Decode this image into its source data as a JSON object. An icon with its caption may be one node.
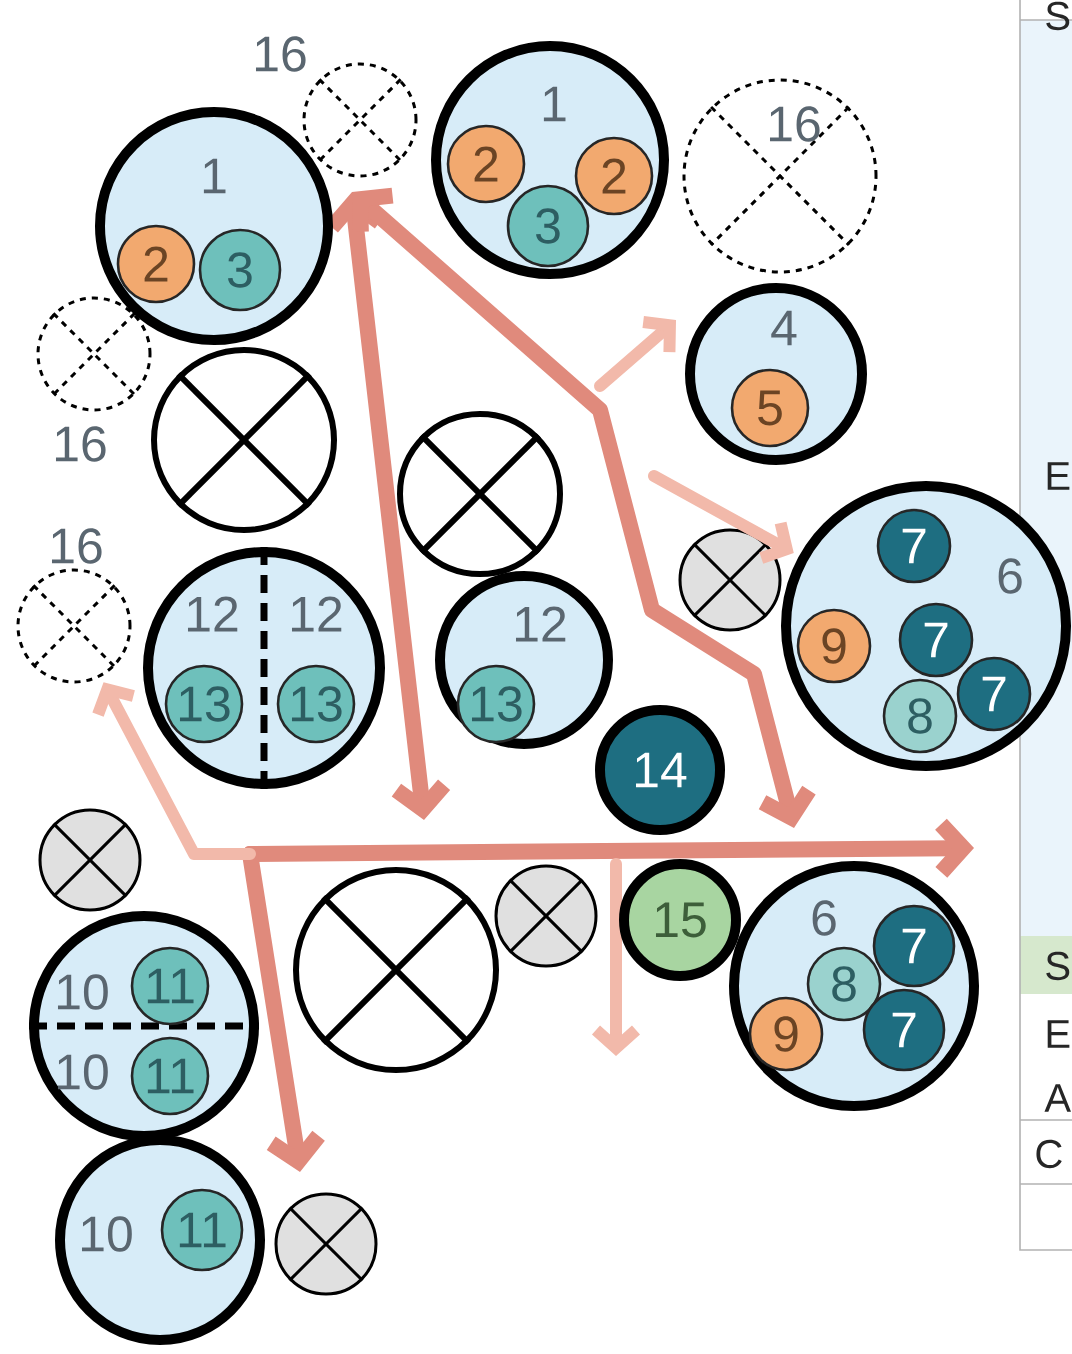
{
  "diagram": {
    "nodes": [
      {
        "text": [],
        "shape": "circle",
        "beside": [
          "16"
        ]
      },
      {
        "text": [
          "1"
        ]
      },
      {
        "text": [
          "2"
        ],
        "in": 1
      },
      {
        "text": [
          "3"
        ],
        "in": 1
      },
      {
        "text": [
          "1"
        ]
      },
      {
        "text": [
          "2"
        ],
        "in": 4
      },
      {
        "text": [
          "2"
        ],
        "in": 4
      },
      {
        "text": [
          "3"
        ],
        "in": 4
      },
      {
        "text": [
          "16"
        ]
      },
      {
        "text": [],
        "shape": "circle",
        "beside": [
          "16"
        ]
      },
      {
        "text": [],
        "shape": "circle"
      },
      {
        "text": [],
        "shape": "circle"
      },
      {
        "text": [
          "4"
        ]
      },
      {
        "text": [
          "5"
        ],
        "in": 12
      },
      {
        "text": [],
        "shape": "circle"
      },
      {
        "text": [
          "6"
        ]
      },
      {
        "text": [
          "7"
        ],
        "in": 15
      },
      {
        "text": [
          "9"
        ],
        "in": 15
      },
      {
        "text": [
          "7"
        ],
        "in": 15
      },
      {
        "text": [
          "8"
        ],
        "in": 15
      },
      {
        "text": [
          "7"
        ],
        "in": 15
      },
      {
        "text": [],
        "shape": "circle",
        "beside": [
          "16"
        ]
      },
      {
        "text": [
          "12",
          "12"
        ]
      },
      {
        "text": [
          "13"
        ],
        "in": 22
      },
      {
        "text": [
          "13"
        ],
        "in": 22
      },
      {
        "text": [
          "12"
        ]
      },
      {
        "text": [
          "13"
        ],
        "in": 25
      },
      {
        "text": [
          "14"
        ]
      },
      {
        "text": [],
        "shape": "circle"
      },
      {
        "text": [],
        "shape": "circle"
      },
      {
        "text": [],
        "shape": "circle"
      },
      {
        "text": [
          "15"
        ]
      },
      {
        "text": [
          "6"
        ]
      },
      {
        "text": [
          "8"
        ],
        "in": 32
      },
      {
        "text": [
          "7"
        ],
        "in": 32
      },
      {
        "text": [
          "9"
        ],
        "in": 32
      },
      {
        "text": [
          "7"
        ],
        "in": 32
      },
      {
        "text": [
          "10",
          "10"
        ]
      },
      {
        "text": [
          "11"
        ],
        "in": 37
      },
      {
        "text": [
          "11"
        ],
        "in": 37
      },
      {
        "text": [
          "10"
        ]
      },
      {
        "text": [
          "11"
        ],
        "in": 40
      },
      {
        "text": [],
        "shape": "circle"
      }
    ],
    "edges": [
      {
        "from": null,
        "to": 21,
        "arrow": "to"
      },
      {
        "from": null,
        "to": 15,
        "arrow": "to"
      }
    ],
    "labels": [
      "S",
      "E",
      "S",
      "E",
      "A",
      "C"
    ]
  }
}
